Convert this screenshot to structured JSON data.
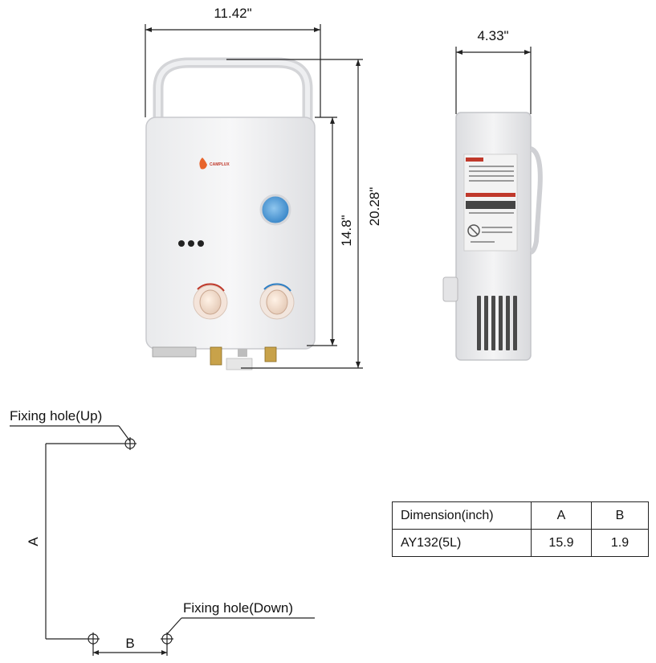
{
  "dimensions": {
    "width": "11.42\"",
    "depth": "4.33\"",
    "height_total": "20.28\"",
    "height_body": "14.8\""
  },
  "heater": {
    "brand": "CAMPLUX"
  },
  "mounting": {
    "fixing_hole_up": "Fixing hole(Up)",
    "fixing_hole_down": "Fixing hole(Down)",
    "label_a": "A",
    "label_b": "B"
  },
  "table": {
    "headers": [
      "Dimension(inch)",
      "A",
      "B"
    ],
    "rows": [
      [
        "AY132(5L)",
        "15.9",
        "1.9"
      ]
    ]
  }
}
